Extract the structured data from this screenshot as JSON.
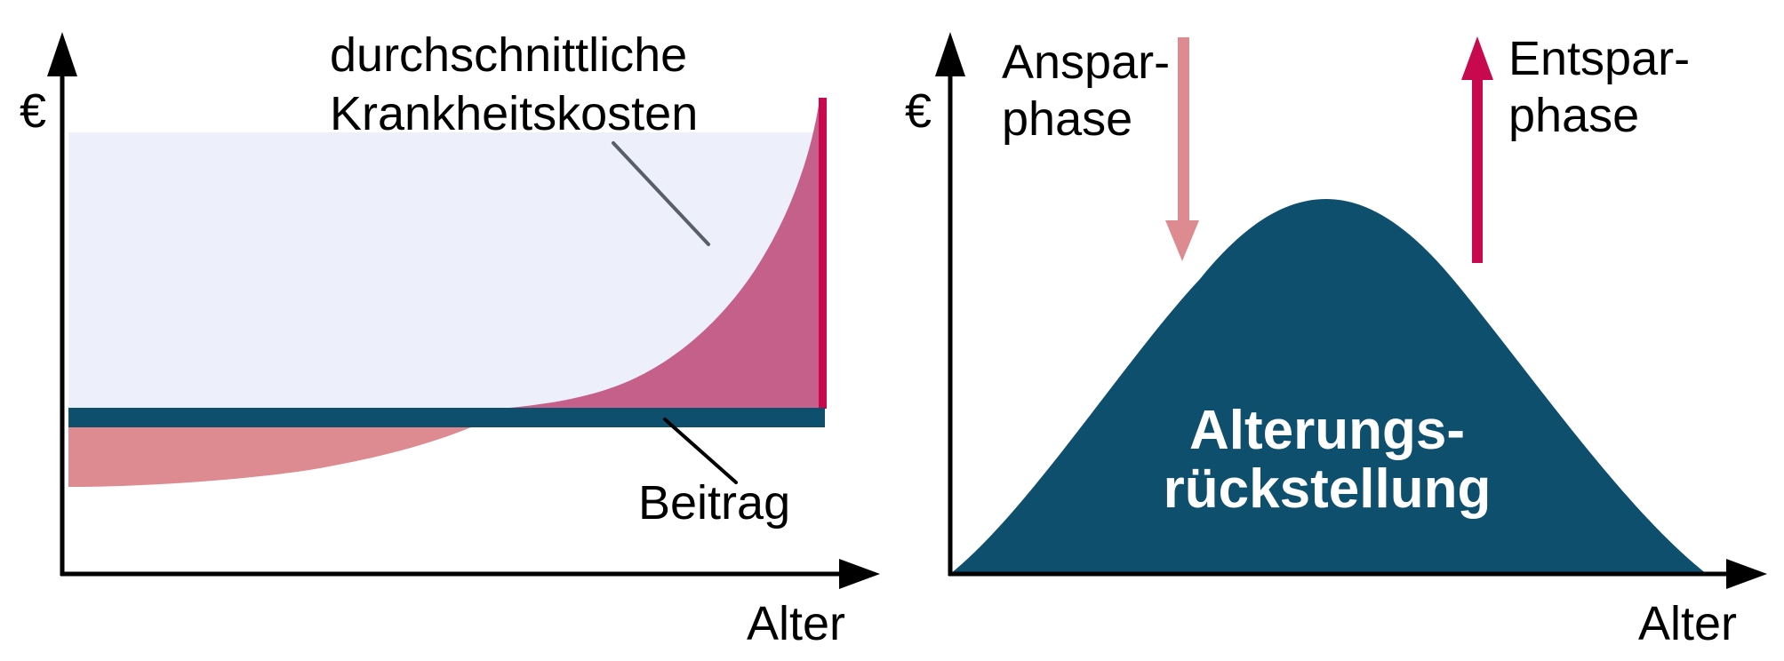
{
  "colors": {
    "teal": "#0f4f6e",
    "lavender": "#edeffa",
    "salmon": "#dd8a90",
    "magenta": "#c4608a",
    "crimson": "#c8094e",
    "pointer_gray": "#5a5e68",
    "axis_black": "#000000",
    "text_white": "#ffffff"
  },
  "left_chart": {
    "y_axis_label": "€",
    "x_axis_label": "Alter",
    "cost_annotation_line1": "durchschnittliche",
    "cost_annotation_line2": "Krankheitskosten",
    "premium_label": "Beitrag"
  },
  "right_chart": {
    "y_axis_label": "€",
    "x_axis_label": "Alter",
    "saving_phase_line1": "Anspar-",
    "saving_phase_line2": "phase",
    "dissaving_phase_line1": "Entspar-",
    "dissaving_phase_line2": "phase",
    "reserve_label_line1": "Alterungs-",
    "reserve_label_line2": "rückstellung"
  },
  "chart_data": [
    {
      "type": "area",
      "title": "durchschnittliche Krankheitskosten vs. Beitrag",
      "xlabel": "Alter",
      "ylabel": "€",
      "x_percent_of_age_axis": [
        0,
        26,
        53,
        58,
        73,
        85,
        92,
        97,
        100
      ],
      "series": [
        {
          "name": "durchschnittliche Krankheitskosten",
          "values_relative_to_beitrag": [
            0.56,
            0.64,
            0.94,
            1.06,
            1.28,
            1.8,
            2.25,
            2.66,
            3.05
          ],
          "style": "exponential curve, area filled salmon below Beitrag level and magenta above it"
        },
        {
          "name": "Beitrag",
          "values_relative_to_beitrag": [
            1,
            1,
            1,
            1,
            1,
            1,
            1,
            1,
            1
          ],
          "style": "constant horizontal teal bar"
        }
      ],
      "annotations": [
        "salmon area = Beitrag above costs (surplus at young age)",
        "magenta area = costs above Beitrag (deficit at old age)",
        "crimson vertical line marks end of age axis at maximum cost"
      ],
      "grid": false,
      "legend": false
    },
    {
      "type": "area",
      "title": "Alterungsrückstellung",
      "xlabel": "Alter",
      "ylabel": "€",
      "x_percent_of_age_axis": [
        0,
        4,
        26,
        33,
        50,
        67,
        74,
        96,
        100
      ],
      "series": [
        {
          "name": "Alterungsrückstellung",
          "values_relative_to_peak": [
            0,
            0.12,
            0.66,
            0.8,
            1.0,
            0.8,
            0.66,
            0.12,
            0
          ],
          "style": "teal bell-shaped area"
        }
      ],
      "annotations": [
        "Ansparphase: salmon downward arrow on rising flank",
        "Entsparphase: crimson upward arrow on falling flank"
      ],
      "grid": false,
      "legend": false
    }
  ]
}
